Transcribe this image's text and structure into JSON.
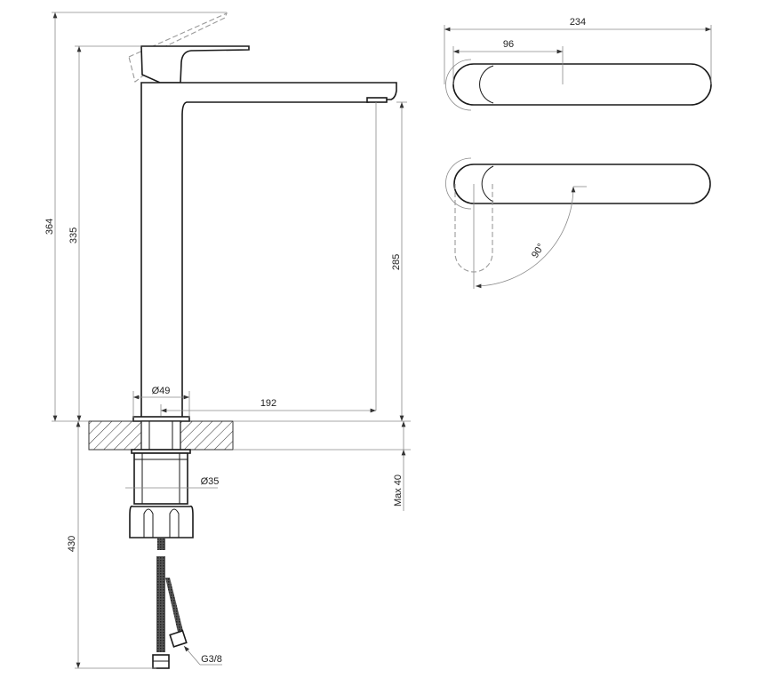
{
  "drawing": {
    "side_view": {
      "overall_height": "364",
      "handle_height": "335",
      "spout_clearance": "285",
      "body_diameter": "Ø49",
      "spout_reach": "192",
      "shank_diameter": "Ø35",
      "max_counter_thickness": "Max 40",
      "hose_length": "430",
      "connection_thread": "G3/8"
    },
    "top_view": {
      "overall_length": "234",
      "handle_length": "96",
      "rotation_angle": "90°"
    }
  }
}
